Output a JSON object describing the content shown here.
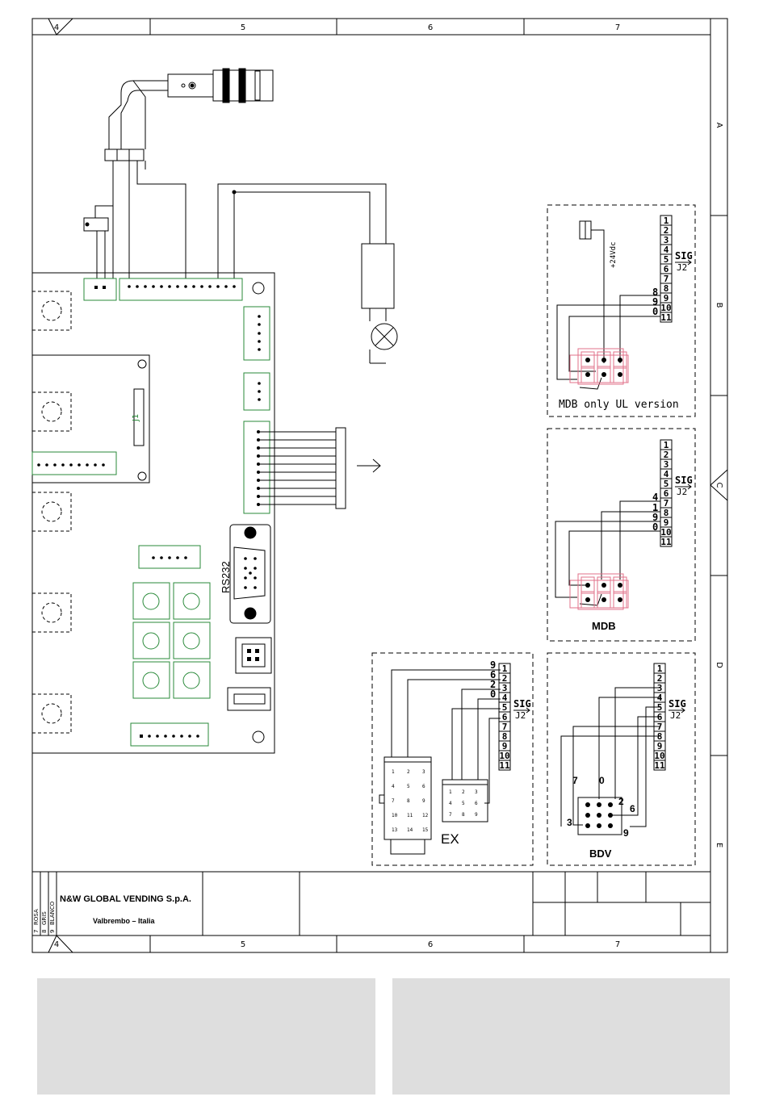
{
  "frame": {
    "columns": [
      "4",
      "5",
      "6",
      "7"
    ],
    "rows": [
      "A",
      "B",
      "C",
      "D",
      "E"
    ]
  },
  "title_block": {
    "company": "N&W GLOBAL VENDING S.p.A.",
    "location": "Valbrembo – Italia",
    "legend": [
      "ROSA",
      "GRIS",
      "BLANCO"
    ],
    "legend_nums": [
      "7",
      "8",
      "9"
    ]
  },
  "board": {
    "rs232_label": "RS232",
    "j1_label": "J1"
  },
  "pins_1_11": [
    "1",
    "2",
    "3",
    "4",
    "5",
    "6",
    "7",
    "8",
    "9",
    "10",
    "11"
  ],
  "signal": {
    "sig": "SIG",
    "j2": "J2"
  },
  "mdb_ul": {
    "title": "MDB only UL version",
    "voltage": "+24Vdc",
    "wires": [
      "8",
      "9",
      "0"
    ]
  },
  "mdb": {
    "title": "MDB",
    "wires": [
      "4",
      "1",
      "9",
      "0"
    ]
  },
  "ex": {
    "title": "EX",
    "wires": [
      "9",
      "6",
      "2",
      "0"
    ],
    "conn_pins": [
      "1",
      "2",
      "3",
      "4",
      "5",
      "6",
      "7",
      "8",
      "9",
      "10",
      "11",
      "12",
      "13",
      "14",
      "15"
    ],
    "small_pins": [
      "1",
      "2",
      "3",
      "4",
      "5",
      "6",
      "7",
      "8",
      "9"
    ]
  },
  "bdv": {
    "title": "BDV",
    "wire_labels": [
      "7",
      "0",
      "2",
      "6",
      "3",
      "9"
    ]
  }
}
